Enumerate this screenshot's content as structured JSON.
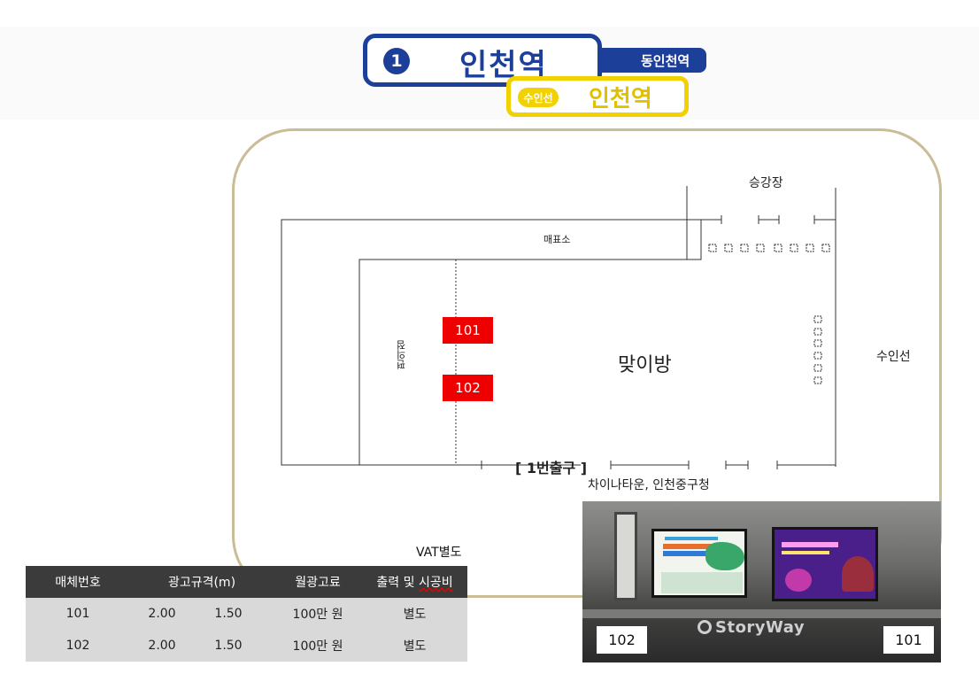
{
  "station_sign": {
    "line1_number": "1",
    "line1_station": "인천역",
    "next_station": "동인천역",
    "suin_badge": "수인선",
    "suin_station": "인천역",
    "line1_color": "#1c3f9a",
    "suin_color": "#f2d100"
  },
  "floor_plan": {
    "platform_label": "승강장",
    "ticket_office_label": "매표소",
    "hall_label": "맞이방",
    "suin_line_label": "수인선",
    "convenience_label": "편의점",
    "exit_label": "[ 1번출구 ]",
    "exit_destination": "차이나타운, 인천중구청",
    "ad_spots": [
      "101",
      "102"
    ],
    "ad_spot_color": "#ee0000"
  },
  "price_table": {
    "vat_note": "VAT별도",
    "headers": [
      "매체번호",
      "광고규격(m)",
      "월광고료",
      "출력 및 ",
      "시공비"
    ],
    "rows": [
      {
        "id": "101",
        "width": "2.00",
        "height": "1.50",
        "monthly_fee": "100만 원",
        "install": "별도"
      },
      {
        "id": "102",
        "width": "2.00",
        "height": "1.50",
        "monthly_fee": "100만 원",
        "install": "별도"
      }
    ]
  },
  "photo": {
    "brand": "StoryWay",
    "left_tag": "102",
    "right_tag": "101"
  }
}
